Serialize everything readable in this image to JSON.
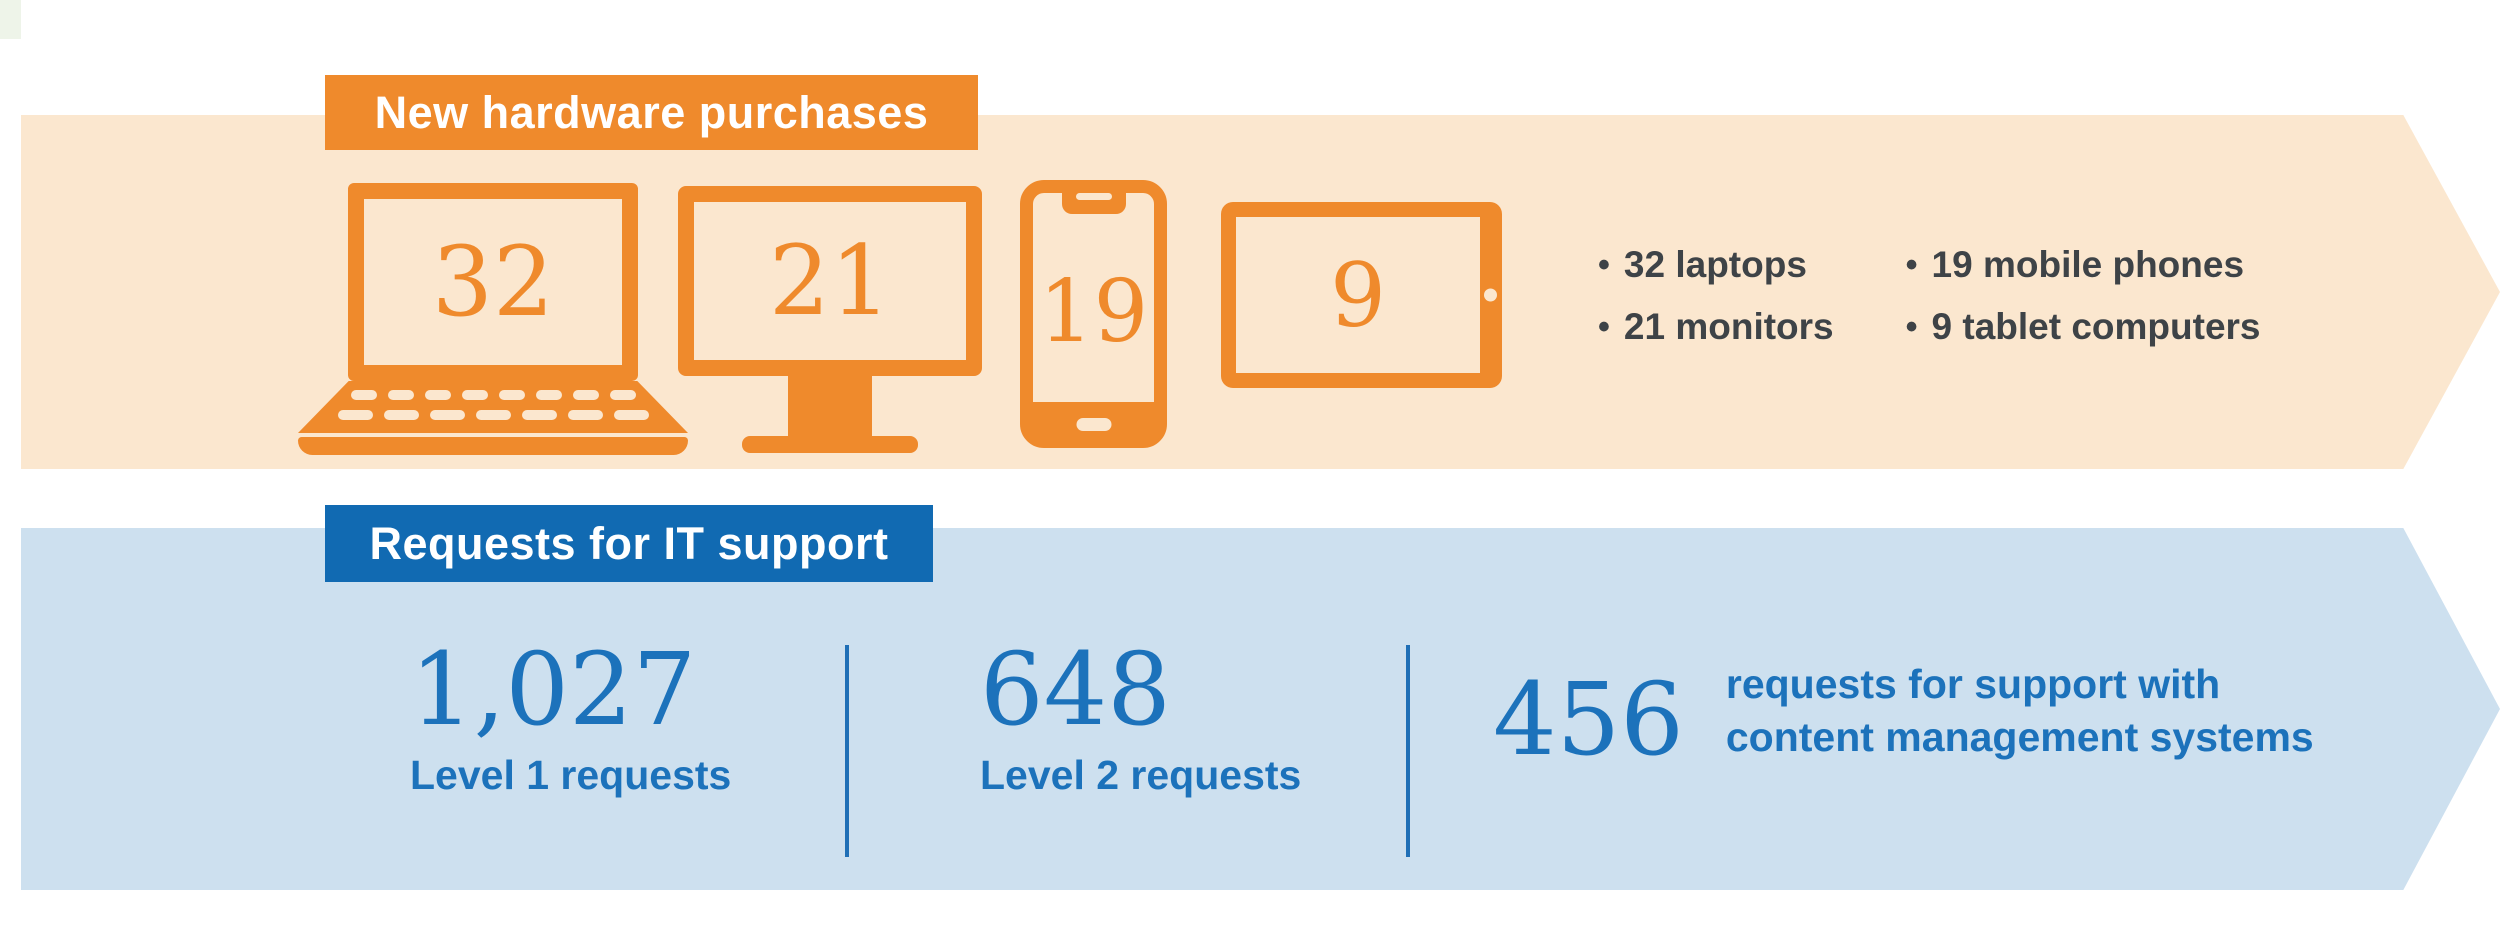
{
  "decor": {
    "corner_color": "#EEF4E9"
  },
  "hardware_section": {
    "label": "New hardware purchases",
    "accent_color": "#EF8A2C",
    "band_color": "#FBE7CF",
    "bullet_glyph": "•",
    "bullet_text_color": "#3E4347",
    "devices": [
      {
        "type": "laptop",
        "count": "32"
      },
      {
        "type": "monitor",
        "count": "21"
      },
      {
        "type": "mobile-phone",
        "count": "19"
      },
      {
        "type": "tablet",
        "count": "9"
      }
    ],
    "bullet_columns": [
      {
        "items": [
          "32 laptops",
          "21 monitors"
        ]
      },
      {
        "items": [
          "19 mobile phones",
          "9 tablet computers"
        ]
      }
    ]
  },
  "support_section": {
    "label": "Requests for IT support",
    "accent_color": "#116AB2",
    "band_color": "#CDE0EF",
    "text_color": "#1C72BB",
    "stats": [
      {
        "value": "1,027",
        "label": "Level 1 requests"
      },
      {
        "value": "648",
        "label": "Level 2 requests"
      },
      {
        "value": "456",
        "label_lines": [
          "requests for support with",
          "content management systems"
        ]
      }
    ]
  },
  "chart_data": [
    {
      "type": "bar",
      "variant": "pictogram",
      "title": "New hardware purchases",
      "categories": [
        "laptops",
        "monitors",
        "mobile phones",
        "tablet computers"
      ],
      "values": [
        32,
        21,
        19,
        9
      ],
      "accent_color": "#EF8A2C"
    },
    {
      "type": "bar",
      "variant": "stat-callouts",
      "title": "Requests for IT support",
      "categories": [
        "Level 1 requests",
        "Level 2 requests",
        "requests for support with content management systems"
      ],
      "values": [
        1027,
        648,
        456
      ],
      "accent_color": "#116AB2"
    }
  ]
}
